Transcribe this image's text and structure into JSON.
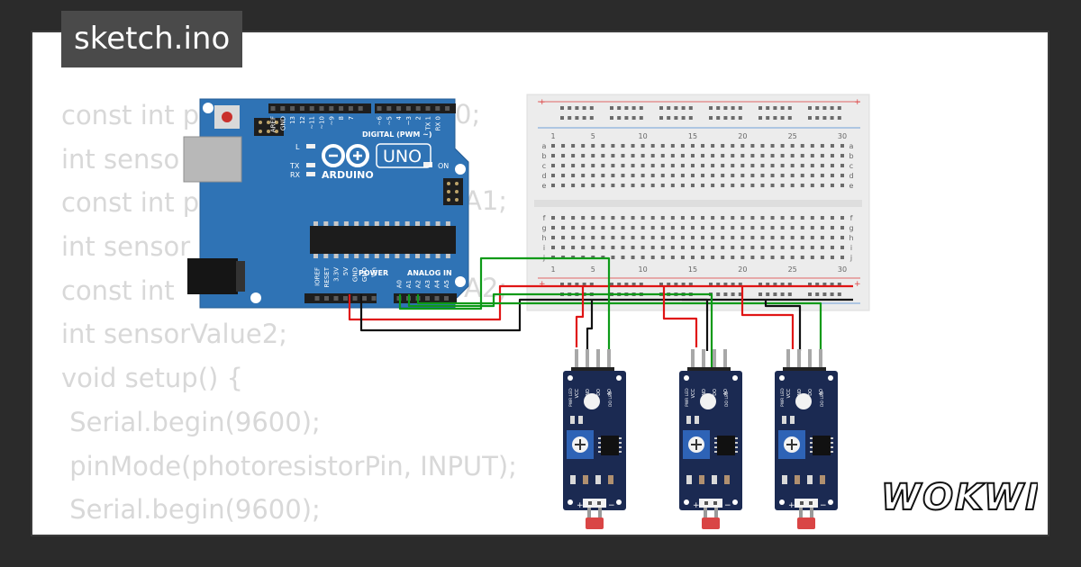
{
  "title": "sketch.ino",
  "brand": "WOKWI",
  "code_lines": [
    "const int p",
    "int senso",
    "const int p",
    "int sensor",
    "const int",
    "int sensorValue2;",
    "void setup() {",
    " Serial.begin(9600);",
    " pinMode(photoresistorPin, INPUT);",
    " Serial.begin(9600);"
  ],
  "code_fragments": [
    "0;",
    "A1;",
    "A2;"
  ],
  "arduino": {
    "logo": "ARDUINO",
    "model": "UNO",
    "digital_label": "DIGITAL (PWM ~)",
    "power_label": "POWER",
    "analog_label": "ANALOG IN",
    "led_labels": [
      "L",
      "TX",
      "RX"
    ],
    "on_label": "ON",
    "top_pins": [
      "AREF",
      "GND",
      "13",
      "12",
      "~11",
      "~10",
      "~9",
      "8",
      "7",
      "~6",
      "~5",
      "4",
      "~3",
      "2",
      "TX 1",
      "RX 0"
    ],
    "power_pins": [
      "IOREF",
      "RESET",
      "3.3V",
      "5V",
      "GND",
      "GND",
      "Vin"
    ],
    "analog_pins": [
      "A0",
      "A1",
      "A2",
      "A3",
      "A4",
      "A5"
    ]
  },
  "breadboard": {
    "col_numbers": [
      "1",
      "5",
      "10",
      "15",
      "20",
      "25",
      "30"
    ],
    "rows_top": [
      "a",
      "b",
      "c",
      "d",
      "e"
    ],
    "rows_bottom": [
      "f",
      "g",
      "h",
      "i",
      "j"
    ]
  },
  "sensor_module": {
    "pin_labels": [
      "VCC",
      "GND",
      "DO",
      "AO"
    ],
    "led_labels": [
      "PWR LED",
      "DO LED"
    ],
    "bottom_labels": [
      "+",
      "−"
    ],
    "count": 3
  },
  "colors": {
    "background": "#2b2b2b",
    "card": "#ffffff",
    "arduino_blue": "#2f73b5",
    "module_navy": "#1b2a52",
    "wire_red": "#e01515",
    "wire_black": "#111111",
    "wire_green": "#0d9a18"
  }
}
